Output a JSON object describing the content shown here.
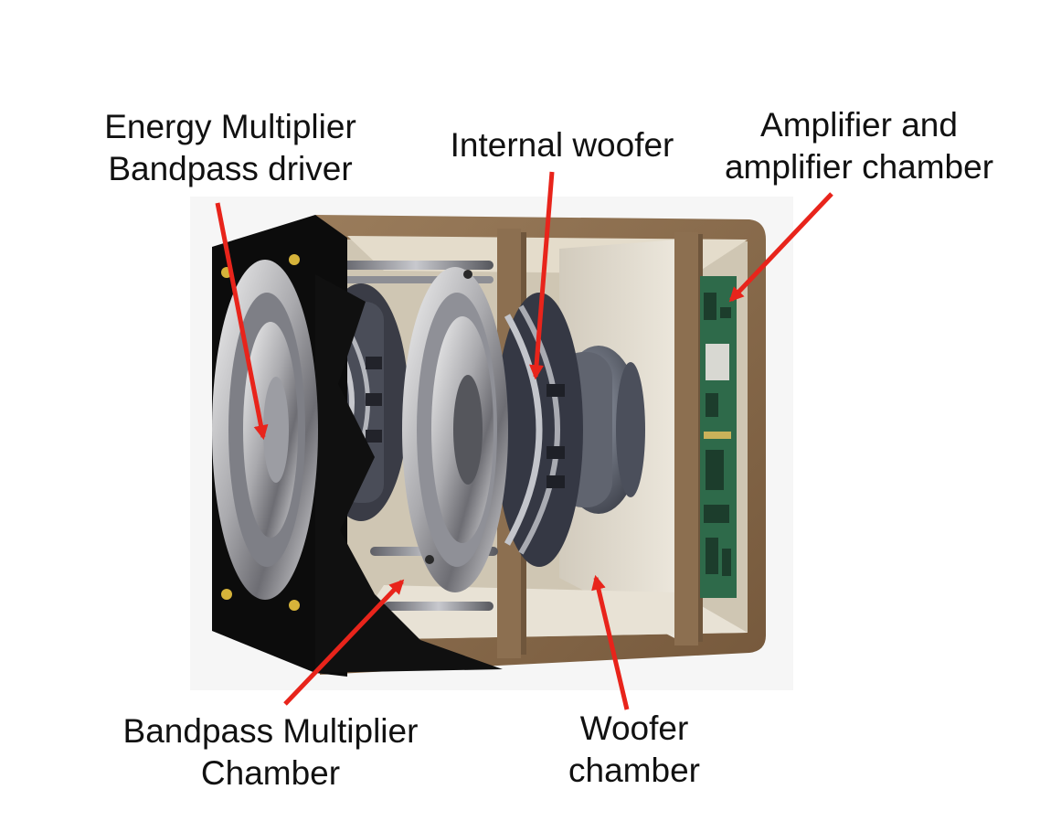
{
  "labels": {
    "energy_multiplier": {
      "line1": "Energy Multiplier",
      "line2": "Bandpass driver"
    },
    "internal_woofer": {
      "line1": "Internal woofer"
    },
    "amplifier": {
      "line1": "Amplifier and",
      "line2": "amplifier chamber"
    },
    "bandpass_chamber": {
      "line1": "Bandpass Multiplier",
      "line2": "Chamber"
    },
    "woofer_chamber": {
      "line1": "Woofer",
      "line2": "chamber"
    }
  },
  "colors": {
    "arrow": "#e8241b",
    "wood": "#8a6d4e",
    "panel": "#ddd6c8",
    "enclosure_black": "#0c0c0c",
    "circuit_green": "#2e6a4a"
  }
}
